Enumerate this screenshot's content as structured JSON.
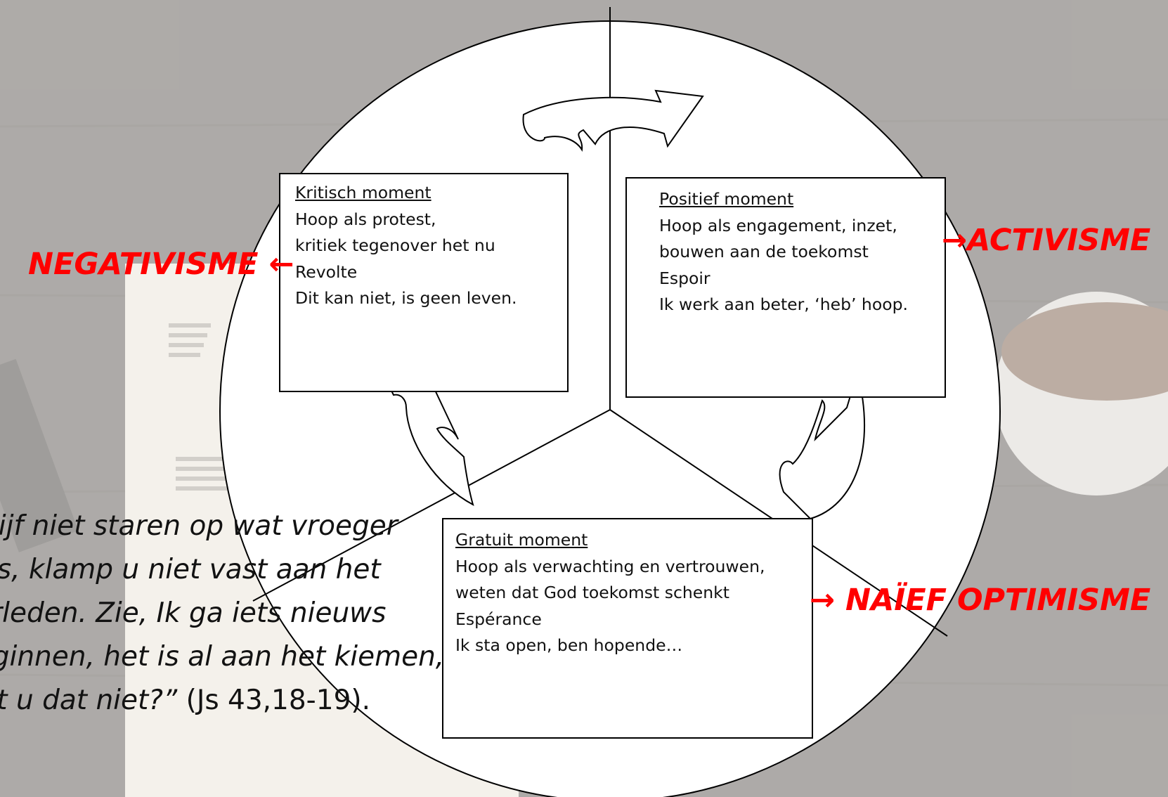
{
  "colors": {
    "background": "#4b443e",
    "overlay": "rgba(255,255,255,0.55)",
    "circle_fill": "#ffffff",
    "lines": "#000000",
    "accent": "#ff0000"
  },
  "boxes": {
    "kritisch": {
      "heading": "Kritisch moment",
      "lines": [
        "Hoop als protest,",
        "kritiek tegenover het nu",
        "Revolte",
        "Dit kan niet, is geen leven."
      ]
    },
    "positief": {
      "heading": "Positief moment",
      "lines": [
        "Hoop als engagement, inzet,",
        "bouwen aan de toekomst",
        "Espoir",
        "Ik werk aan beter, ‘heb’ hoop."
      ]
    },
    "gratuit": {
      "heading": "Gratuit moment",
      "lines": [
        "Hoop als verwachting en vertrouwen,",
        "weten dat God toekomst schenkt",
        "Espérance",
        "Ik sta open, ben hopende…"
      ]
    }
  },
  "labels": {
    "negativisme": "NEGATIVISME ←",
    "activisme": "→ACTIVISME",
    "naief": "→ NAÏEF OPTIMISME"
  },
  "quote": {
    "lines": [
      "“Blijf niet staren op wat vroeger",
      "was, klamp u niet vast aan het",
      "verleden. Zie, Ik ga iets nieuws",
      "beginnen, het is al aan het kiemen,"
    ],
    "last_italic": "ziet u dat niet?”",
    "ref": " (Js 43,18-19)."
  }
}
